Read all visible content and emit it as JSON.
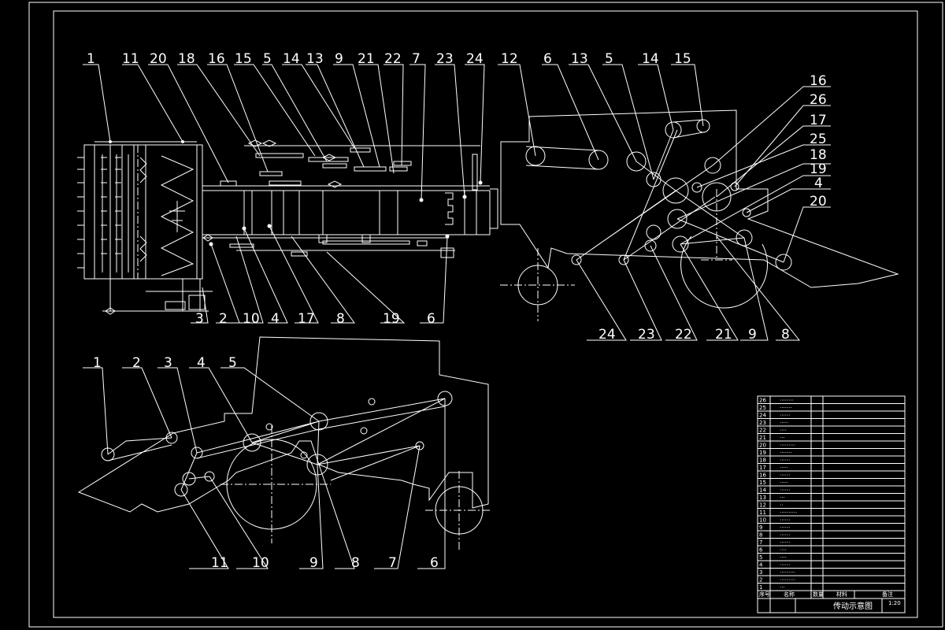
{
  "views": {
    "top_view": {
      "labels_top": [
        "1",
        "11",
        "20",
        "18",
        "16",
        "15",
        "5",
        "14",
        "13",
        "9",
        "21",
        "22",
        "7",
        "23",
        "24"
      ],
      "labels_bottom": [
        "3",
        "2",
        "10",
        "4",
        "17",
        "8",
        "19",
        "6"
      ]
    },
    "side_view": {
      "labels_top": [
        "12",
        "6",
        "13",
        "5",
        "14",
        "15"
      ],
      "labels_right": [
        "16",
        "26",
        "17",
        "25",
        "18",
        "19",
        "4",
        "20"
      ],
      "labels_bottom": [
        "24",
        "23",
        "22",
        "21",
        "9",
        "8"
      ]
    },
    "lower_view": {
      "labels_top": [
        "1",
        "2",
        "3",
        "4",
        "5"
      ],
      "labels_bottom": [
        "11",
        "10",
        "9",
        "8",
        "7",
        "6"
      ]
    }
  },
  "title_block": {
    "numbers": [
      "26",
      "25",
      "24",
      "23",
      "22",
      "21",
      "20",
      "19",
      "18",
      "17",
      "16",
      "15",
      "14",
      "13",
      "12",
      "11",
      "10",
      "9",
      "8",
      "7",
      "6",
      "5",
      "4",
      "3",
      "2",
      "1"
    ],
    "names": [
      "········",
      "·······",
      "······",
      "·····",
      "····",
      "···",
      "·········",
      "·······",
      "······",
      "·····",
      "······",
      "·····",
      "······",
      "···",
      "··",
      "··········",
      "······",
      "······",
      "······",
      "······",
      "····",
      "····",
      "······",
      "·········",
      "·········",
      "···"
    ],
    "header": [
      "序号",
      "名称",
      "数量",
      "材料",
      "备注"
    ],
    "drawing_title": "传动示意图",
    "scale": "1:20"
  }
}
